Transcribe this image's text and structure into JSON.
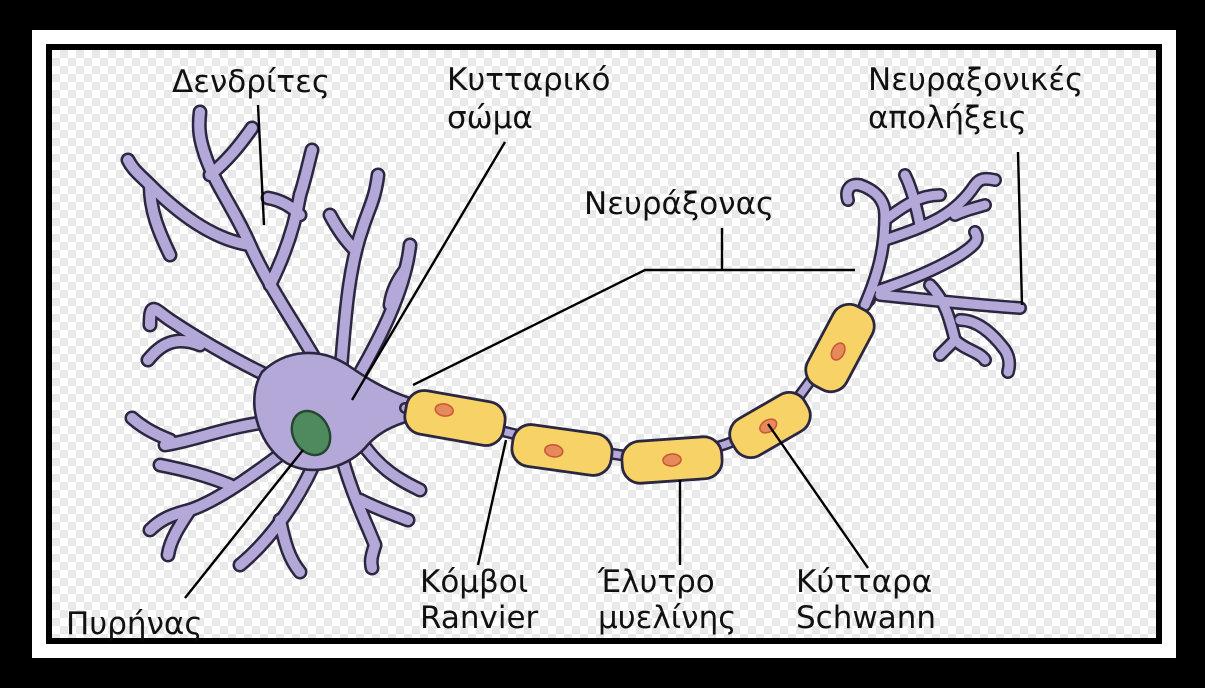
{
  "diagram": {
    "labels": {
      "dendrites": "Δενδρίτες",
      "cell_body_line1": "Κυτταρικό",
      "cell_body_line2": "σώμα",
      "axon_terminals_line1": "Νευραξονικές",
      "axon_terminals_line2": "απολήξεις",
      "axon": "Νευράξονας",
      "nucleus": "Πυρήνας",
      "nodes_line1": "Κόμβοι",
      "nodes_line2": "Ranvier",
      "myelin_line1": "Έλυτρο",
      "myelin_line2": "μυελίνης",
      "schwann_line1": "Κύτταρα",
      "schwann_line2": "Schwann"
    },
    "colors": {
      "cell_purple": "#b4a8d8",
      "outline": "#2b2740",
      "nucleus_green": "#4f8a5f",
      "myelin_yellow": "#f7d267",
      "schwann_nucleus": "#e68a5c",
      "frame_black": "#000000",
      "frame_white": "#ffffff"
    }
  }
}
